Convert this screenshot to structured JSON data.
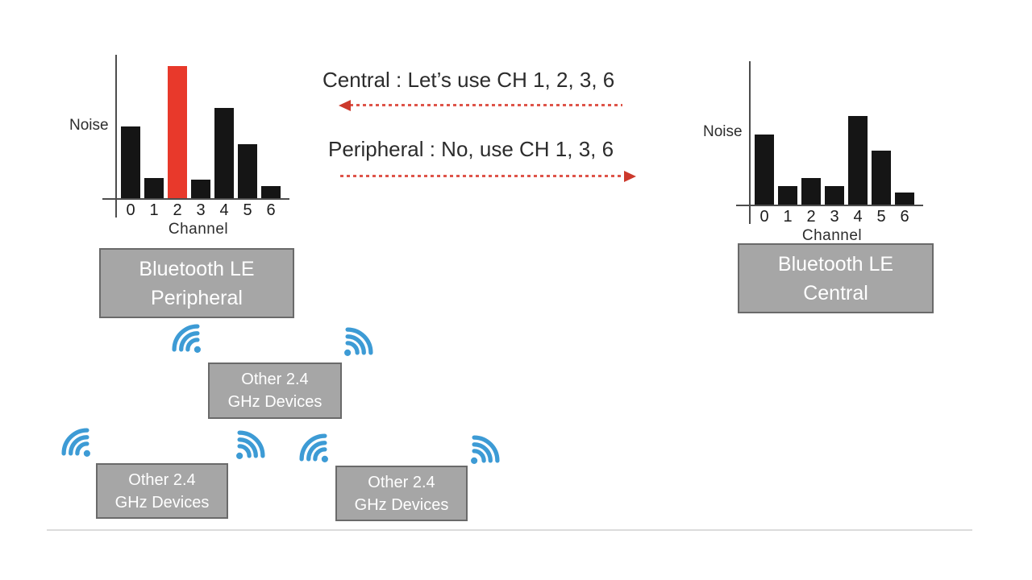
{
  "colors": {
    "bar_black": "#151515",
    "bar_red": "#e8392b",
    "arrow_red": "#de5449",
    "arrow_head_red": "#cc392c",
    "wifi_blue": "#3d9bd5",
    "box_fill": "#a6a6a6",
    "box_border": "#6a6a6a",
    "box_text": "#ffffff",
    "divider_gray": "#dcdcdc"
  },
  "messages": {
    "central": "Central : Let’s use CH 1, 2, 3, 6",
    "peripheral": "Peripheral : No, use CH 1, 3, 6"
  },
  "chart_data": [
    {
      "id": "peripheral_noise",
      "type": "bar",
      "title": "",
      "categories": [
        "0",
        "1",
        "2",
        "3",
        "4",
        "5",
        "6"
      ],
      "values": [
        54,
        15,
        100,
        14,
        68,
        41,
        9
      ],
      "units": "relative noise (0-100, no numeric axis shown)",
      "highlight_index": 2,
      "xlabel": "Channel",
      "ylabel": "Noise",
      "ylim": [
        0,
        100
      ],
      "grid": false,
      "legend": false
    },
    {
      "id": "central_noise",
      "type": "bar",
      "title": "",
      "categories": [
        "0",
        "1",
        "2",
        "3",
        "4",
        "5",
        "6"
      ],
      "values": [
        53,
        14,
        20,
        14,
        67,
        41,
        9
      ],
      "units": "relative noise (0-100, no numeric axis shown)",
      "highlight_index": null,
      "xlabel": "Channel",
      "ylabel": "Noise",
      "ylim": [
        0,
        100
      ],
      "grid": false,
      "legend": false
    }
  ],
  "nodes": {
    "ble_peripheral": {
      "line1": "Bluetooth LE",
      "line2": "Peripheral"
    },
    "ble_central": {
      "line1": "Bluetooth LE",
      "line2": "Central"
    },
    "other_devices": {
      "line1": "Other 2.4",
      "line2": "GHz Devices"
    }
  }
}
